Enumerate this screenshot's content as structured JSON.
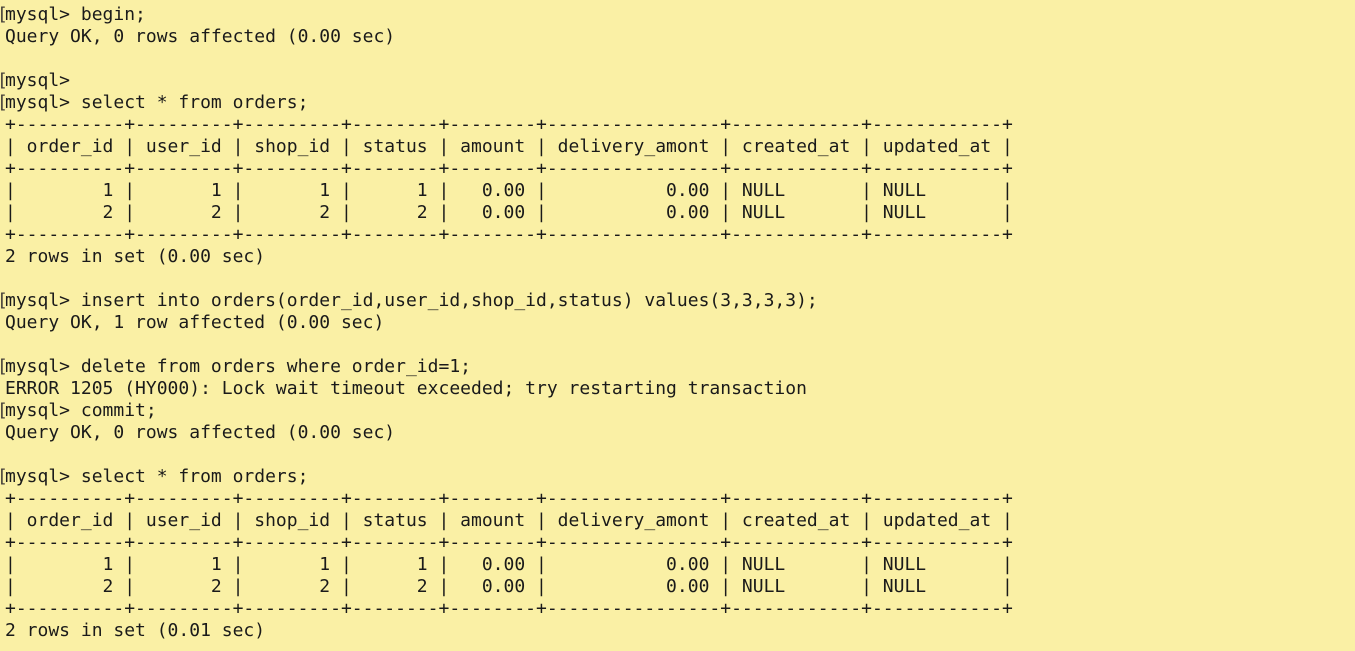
{
  "colors": {
    "background": "#FAF0A5",
    "text": "#1a1a1a",
    "prompt_mark_color": "#45403a"
  },
  "terminal": {
    "prompt": "mysql>",
    "prompt_mark": "[",
    "lines": [
      {
        "mark": true,
        "text": "mysql> begin;"
      },
      {
        "mark": false,
        "text": "Query OK, 0 rows affected (0.00 sec)"
      },
      {
        "mark": false,
        "text": ""
      },
      {
        "mark": true,
        "text": "mysql>"
      },
      {
        "mark": true,
        "text": "mysql> select * from orders;"
      },
      {
        "mark": false,
        "text": "+----------+---------+---------+--------+--------+----------------+------------+------------+"
      },
      {
        "mark": false,
        "text": "| order_id | user_id | shop_id | status | amount | delivery_amont | created_at | updated_at |"
      },
      {
        "mark": false,
        "text": "+----------+---------+---------+--------+--------+----------------+------------+------------+"
      },
      {
        "mark": false,
        "text": "|        1 |       1 |       1 |      1 |   0.00 |           0.00 | NULL       | NULL       |"
      },
      {
        "mark": false,
        "text": "|        2 |       2 |       2 |      2 |   0.00 |           0.00 | NULL       | NULL       |"
      },
      {
        "mark": false,
        "text": "+----------+---------+---------+--------+--------+----------------+------------+------------+"
      },
      {
        "mark": false,
        "text": "2 rows in set (0.00 sec)"
      },
      {
        "mark": false,
        "text": ""
      },
      {
        "mark": true,
        "text": "mysql> insert into orders(order_id,user_id,shop_id,status) values(3,3,3,3);"
      },
      {
        "mark": false,
        "text": "Query OK, 1 row affected (0.00 sec)"
      },
      {
        "mark": false,
        "text": ""
      },
      {
        "mark": true,
        "text": "mysql> delete from orders where order_id=1;"
      },
      {
        "mark": false,
        "text": "ERROR 1205 (HY000): Lock wait timeout exceeded; try restarting transaction"
      },
      {
        "mark": true,
        "text": "mysql> commit;"
      },
      {
        "mark": false,
        "text": "Query OK, 0 rows affected (0.00 sec)"
      },
      {
        "mark": false,
        "text": ""
      },
      {
        "mark": true,
        "text": "mysql> select * from orders;"
      },
      {
        "mark": false,
        "text": "+----------+---------+---------+--------+--------+----------------+------------+------------+"
      },
      {
        "mark": false,
        "text": "| order_id | user_id | shop_id | status | amount | delivery_amont | created_at | updated_at |"
      },
      {
        "mark": false,
        "text": "+----------+---------+---------+--------+--------+----------------+------------+------------+"
      },
      {
        "mark": false,
        "text": "|        1 |       1 |       1 |      1 |   0.00 |           0.00 | NULL       | NULL       |"
      },
      {
        "mark": false,
        "text": "|        2 |       2 |       2 |      2 |   0.00 |           0.00 | NULL       | NULL       |"
      },
      {
        "mark": false,
        "text": "+----------+---------+---------+--------+--------+----------------+------------+------------+"
      },
      {
        "mark": false,
        "text": "2 rows in set (0.01 sec)"
      }
    ]
  },
  "result_tables": [
    {
      "columns": [
        "order_id",
        "user_id",
        "shop_id",
        "status",
        "amount",
        "delivery_amont",
        "created_at",
        "updated_at"
      ],
      "rows": [
        [
          "1",
          "1",
          "1",
          "1",
          "0.00",
          "0.00",
          "NULL",
          "NULL"
        ],
        [
          "2",
          "2",
          "2",
          "2",
          "0.00",
          "0.00",
          "NULL",
          "NULL"
        ]
      ],
      "summary": "2 rows in set (0.00 sec)"
    },
    {
      "columns": [
        "order_id",
        "user_id",
        "shop_id",
        "status",
        "amount",
        "delivery_amont",
        "created_at",
        "updated_at"
      ],
      "rows": [
        [
          "1",
          "1",
          "1",
          "1",
          "0.00",
          "0.00",
          "NULL",
          "NULL"
        ],
        [
          "2",
          "2",
          "2",
          "2",
          "0.00",
          "0.00",
          "NULL",
          "NULL"
        ]
      ],
      "summary": "2 rows in set (0.01 sec)"
    }
  ]
}
